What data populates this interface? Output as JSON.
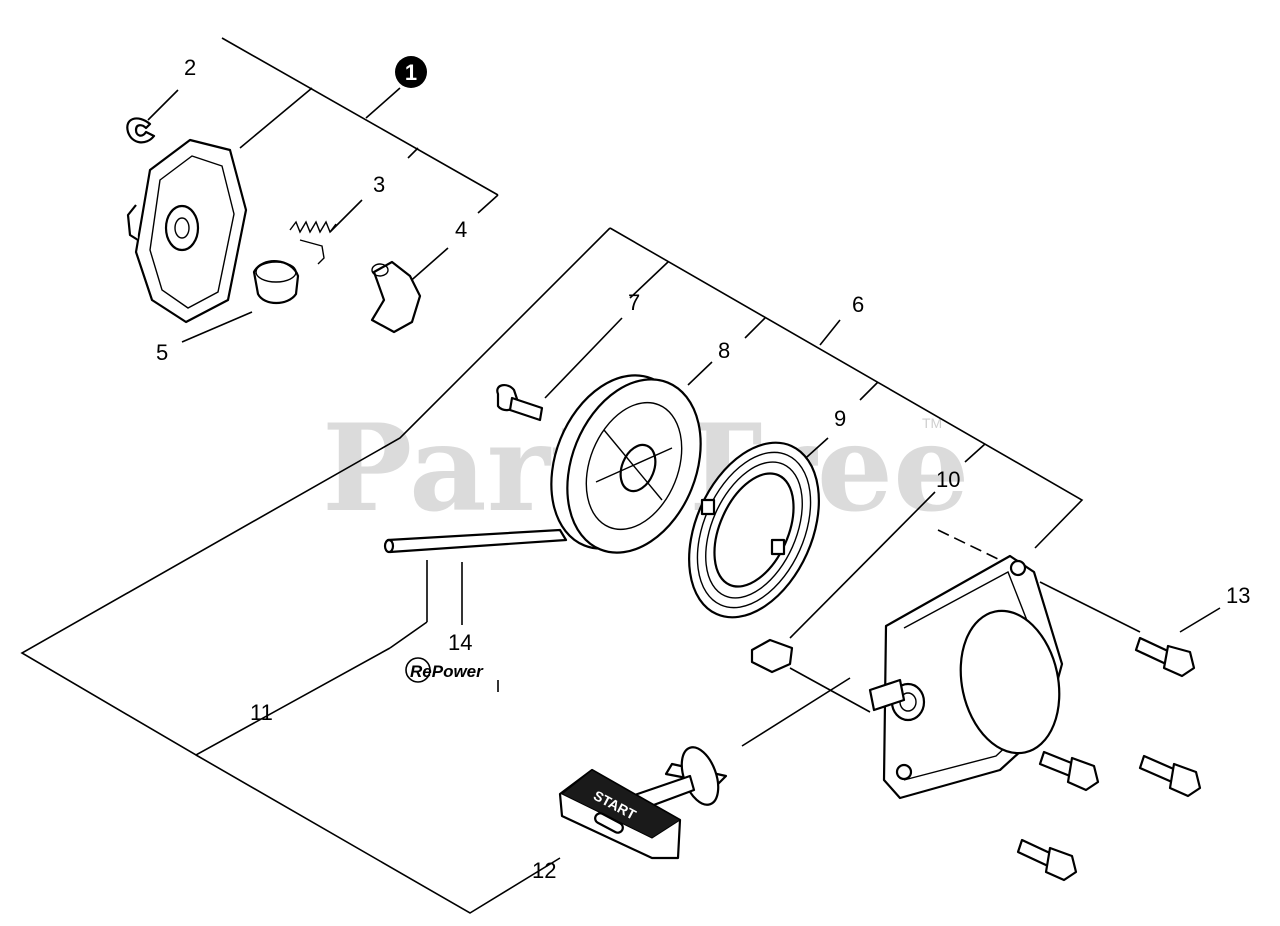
{
  "callouts": {
    "c1": "1",
    "c2": "2",
    "c3": "3",
    "c4": "4",
    "c5": "5",
    "c6": "6",
    "c7": "7",
    "c8": "8",
    "c9": "9",
    "c10": "10",
    "c11": "11",
    "c12": "12",
    "c13": "13",
    "c14": "14"
  },
  "watermark": {
    "text": "PartsTree",
    "tm": "TM"
  },
  "repower_logo": "RePower",
  "handle_text": "START",
  "colors": {
    "line": "#000000",
    "watermark": "#cfcfcf",
    "background": "#ffffff"
  }
}
